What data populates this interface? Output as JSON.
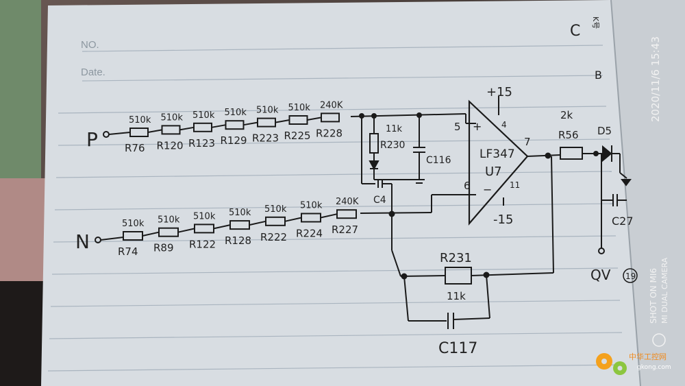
{
  "page": {
    "no_label": "NO.",
    "date_label": "Date."
  },
  "corner": {
    "c_mark": "C",
    "c_sub": "K号",
    "b_mark": "B"
  },
  "camera": {
    "timestamp": "2020/11/6 15:43",
    "shot_on": "SHOT ON MI6",
    "camera_model": "MI DUAL CAMERA"
  },
  "watermark": {
    "site_cn": "中华工控网",
    "site_url": "gkong.com"
  },
  "schematic": {
    "inputs": {
      "p": "P",
      "n": "N"
    },
    "p_chain": [
      {
        "value": "510k",
        "ref": "R76"
      },
      {
        "value": "510k",
        "ref": "R120"
      },
      {
        "value": "510k",
        "ref": "R123"
      },
      {
        "value": "510k",
        "ref": "R129"
      },
      {
        "value": "510k",
        "ref": "R223"
      },
      {
        "value": "510k",
        "ref": "R225"
      },
      {
        "value": "240K",
        "ref": "R228"
      }
    ],
    "n_chain": [
      {
        "value": "510k",
        "ref": "R74"
      },
      {
        "value": "510k",
        "ref": "R89"
      },
      {
        "value": "510k",
        "ref": "R122"
      },
      {
        "value": "510k",
        "ref": "R128"
      },
      {
        "value": "510k",
        "ref": "R222"
      },
      {
        "value": "510k",
        "ref": "R224"
      },
      {
        "value": "240K",
        "ref": "R227"
      }
    ],
    "r230": {
      "value": "11k",
      "ref": "R230"
    },
    "c116": "C116",
    "c4": "C4",
    "opamp": {
      "part": "LF347",
      "ref": "U7",
      "pos_supply": "+15",
      "neg_supply": "-15",
      "pin_plus": "5",
      "pin_minus": "6",
      "pin_out": "7",
      "pin_4": "4",
      "pin_11": "11",
      "sign_plus": "+",
      "sign_minus": "−"
    },
    "r56": {
      "value": "2k",
      "ref": "R56"
    },
    "d5": "D5",
    "c27": "C27",
    "r231": {
      "value": "11k",
      "ref": "R231"
    },
    "c117": "C117",
    "output": {
      "label": "QV",
      "number": "19"
    }
  }
}
